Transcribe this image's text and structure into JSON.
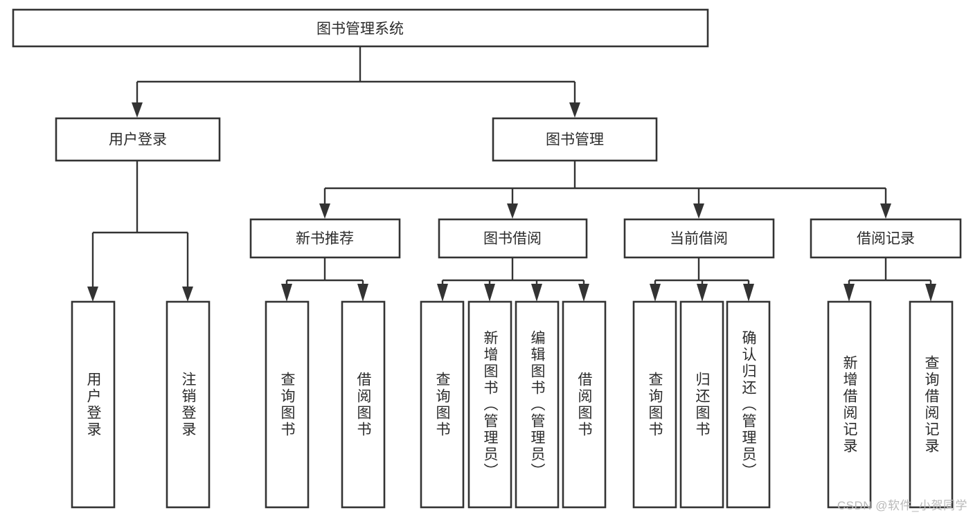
{
  "diagram": {
    "type": "tree",
    "title": "图书管理系统",
    "watermark": "CSDN @软件_小贺同学",
    "colors": {
      "stroke": "#333333",
      "fill": "#ffffff",
      "text": "#2b2b2b",
      "watermark": "#b9b9b9"
    },
    "levels": {
      "root": {
        "label": "图书管理系统"
      },
      "level2": [
        {
          "label": "用户登录"
        },
        {
          "label": "图书管理"
        }
      ],
      "level3": [
        {
          "label": "新书推荐"
        },
        {
          "label": "图书借阅"
        },
        {
          "label": "当前借阅"
        },
        {
          "label": "借阅记录"
        }
      ],
      "leaves": [
        {
          "label": "用户登录",
          "parent": "用户登录"
        },
        {
          "label": "注销登录",
          "parent": "用户登录"
        },
        {
          "label": "查询图书",
          "parent": "新书推荐"
        },
        {
          "label": "借阅图书",
          "parent": "新书推荐"
        },
        {
          "label": "查询图书",
          "parent": "图书借阅"
        },
        {
          "label": "新增图书（管理员）",
          "parent": "图书借阅"
        },
        {
          "label": "编辑图书（管理员）",
          "parent": "图书借阅"
        },
        {
          "label": "借阅图书",
          "parent": "图书借阅"
        },
        {
          "label": "查询图书",
          "parent": "当前借阅"
        },
        {
          "label": "归还图书",
          "parent": "当前借阅"
        },
        {
          "label": "确认归还（管理员）",
          "parent": "当前借阅"
        },
        {
          "label": "新增借阅记录",
          "parent": "借阅记录"
        },
        {
          "label": "查询借阅记录",
          "parent": "借阅记录"
        }
      ]
    }
  }
}
